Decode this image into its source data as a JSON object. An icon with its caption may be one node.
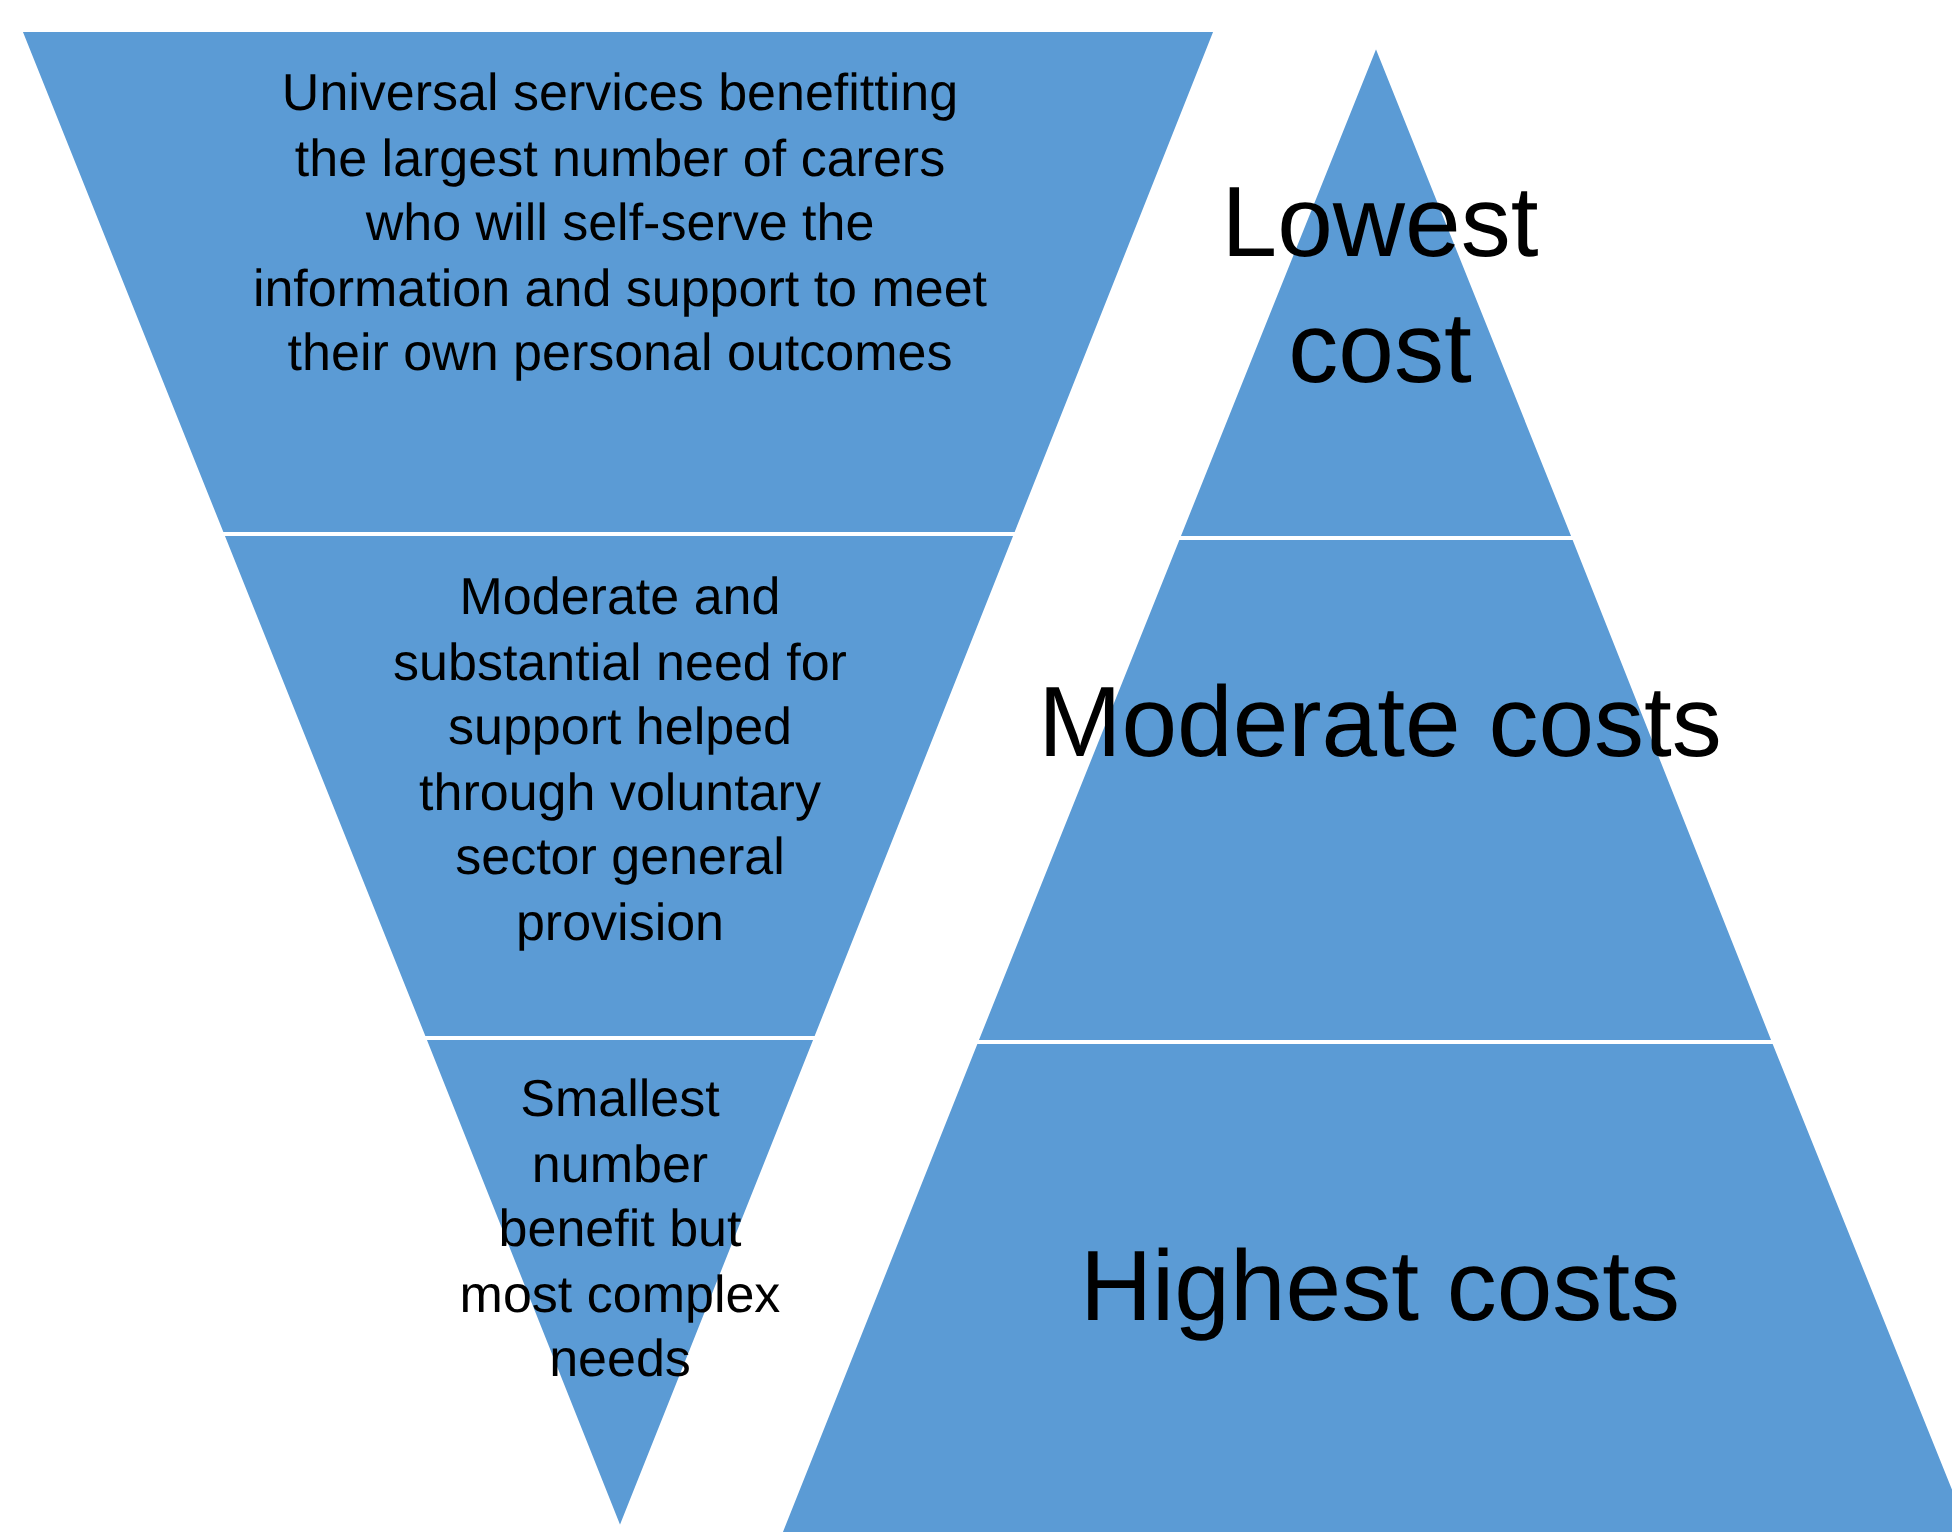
{
  "diagram": {
    "nodes": [
      {
        "text": [
          "Universal services benefitting the largest number of carers who will self-serve the information and support to meet their own personal outcomes"
        ]
      },
      {
        "text": [
          "Moderate and substantial need for support helped through voluntary sector general provision"
        ]
      },
      {
        "text": [
          "Smallest number benefit but most complex needs"
        ]
      },
      {
        "text": [
          "Lowest cost"
        ]
      },
      {
        "text": [
          "Moderate costs"
        ]
      },
      {
        "text": [
          "Highest costs"
        ]
      }
    ]
  }
}
